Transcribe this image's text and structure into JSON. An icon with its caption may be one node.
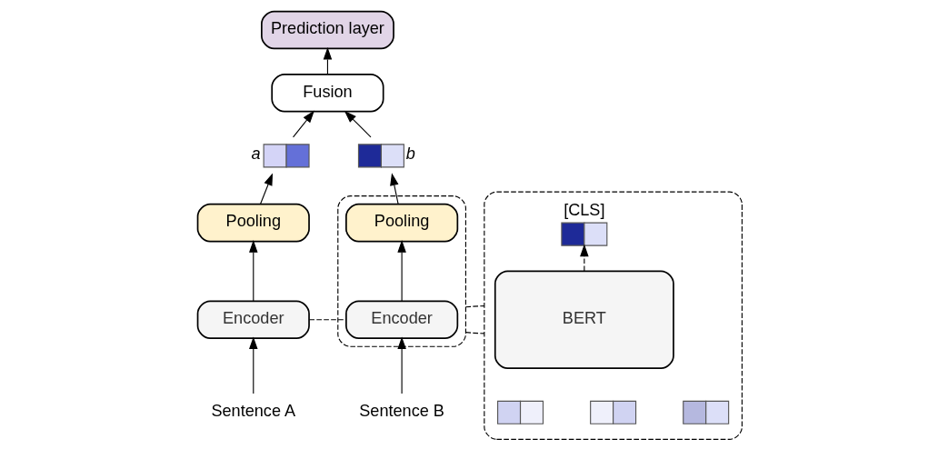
{
  "diagram": {
    "nodes": [
      {
        "text": [
          "Prediction layer"
        ]
      },
      {
        "text": [
          "Fusion"
        ]
      },
      {
        "text": [],
        "shape": "bar",
        "beside": [
          "a"
        ]
      },
      {
        "text": [],
        "shape": "bar",
        "beside": [
          "b"
        ]
      },
      {
        "text": [
          "Pooling"
        ]
      },
      {
        "text": [],
        "shape": "box"
      },
      {
        "text": [
          "Pooling"
        ],
        "in": 5
      },
      {
        "text": [
          "Encoder"
        ]
      },
      {
        "text": [
          "Encoder"
        ],
        "in": 5
      },
      {
        "text": [
          "Sentence A"
        ]
      },
      {
        "text": [
          "Sentence B"
        ]
      },
      {
        "text": [],
        "shape": "box"
      },
      {
        "text": [],
        "shape": "bar",
        "beside": [
          "[CLS]"
        ],
        "in": 11
      },
      {
        "text": [],
        "shape": "bar",
        "in": 11
      },
      {
        "text": [],
        "shape": "bar",
        "in": 11
      },
      {
        "text": [],
        "shape": "bar",
        "in": 11
      },
      {
        "text": [
          "BERT"
        ],
        "in": 11
      }
    ],
    "edges": [
      {
        "from": 9,
        "to": 7,
        "arrow": "to"
      },
      {
        "from": 7,
        "to": 4,
        "arrow": "to"
      },
      {
        "from": 4,
        "to": 2,
        "arrow": "to"
      },
      {
        "from": 10,
        "to": 8,
        "arrow": "to"
      },
      {
        "from": 8,
        "to": 6,
        "arrow": "to"
      },
      {
        "from": 6,
        "to": 3,
        "arrow": "to"
      },
      {
        "from": 2,
        "to": 1,
        "arrow": "to"
      },
      {
        "from": 3,
        "to": 1,
        "arrow": "to"
      },
      {
        "from": 1,
        "to": 0,
        "arrow": "to"
      },
      {
        "from": 7,
        "to": 8,
        "arrow": "none",
        "style": "dashed"
      },
      {
        "from": 16,
        "to": 12,
        "arrow": "to",
        "style": "dashed"
      },
      {
        "from": 5,
        "to": 11,
        "arrow": "none",
        "style": "dashed"
      },
      {
        "from": 5,
        "to": 11,
        "arrow": "none",
        "style": "dashed"
      }
    ]
  }
}
